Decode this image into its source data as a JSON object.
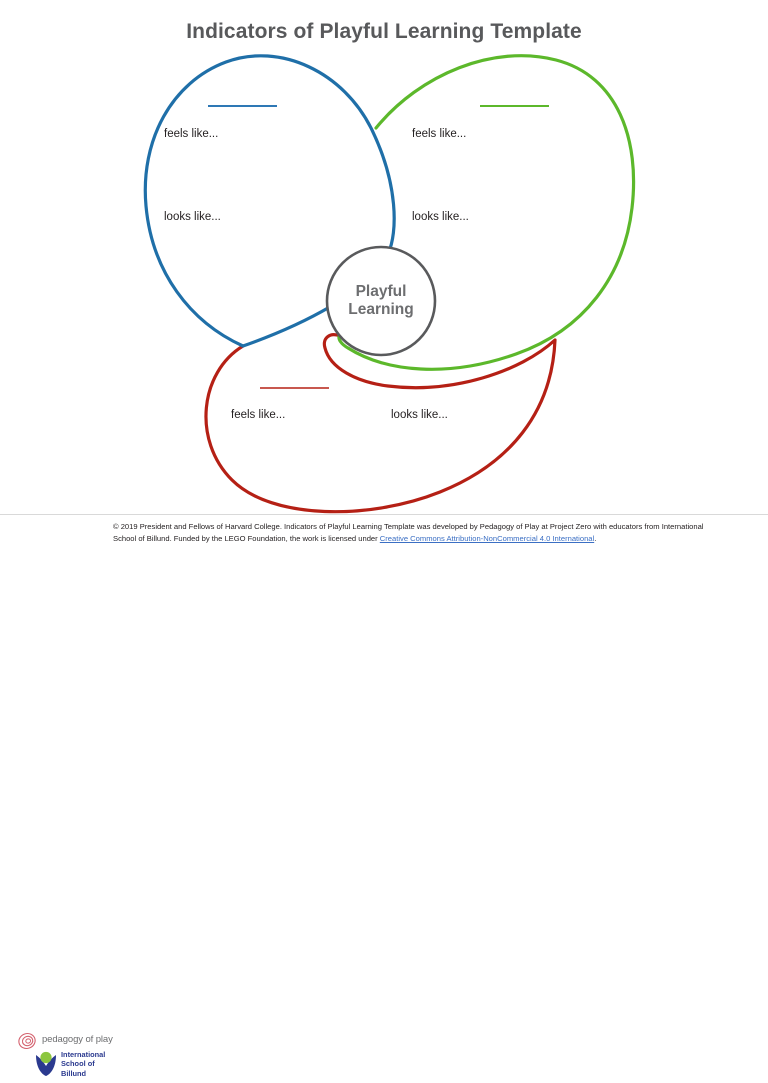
{
  "page": {
    "title": "Indicators of Playful Learning Template",
    "background_color": "#ffffff",
    "title_color": "#58595b"
  },
  "center": {
    "label_line1": "Playful",
    "label_line2": "Learning",
    "stroke_color": "#595a5c",
    "fill_color": "#ffffff"
  },
  "petals": [
    {
      "id": "blue",
      "name": "petal-blue",
      "color": "#1f6fa8",
      "blank_line_label": "",
      "feels_like": "feels like...",
      "looks_like": "looks like..."
    },
    {
      "id": "green",
      "name": "petal-green",
      "color": "#5cb82b",
      "blank_line_label": "",
      "feels_like": "feels like...",
      "looks_like": "looks like..."
    },
    {
      "id": "red",
      "name": "petal-red",
      "color": "#b52015",
      "blank_line_label": "",
      "feels_like": "feels like...",
      "looks_like": "looks like..."
    }
  ],
  "footer": {
    "copyright_part1": "© 2019 President and Fellows of Harvard College. Indicators of Playful Learning Template was developed by Pedagogy of Play at Project Zero with educators from International School of Billund. Funded by the LEGO Foundation, the work is licensed under ",
    "license_link_text": "Creative Commons Attribution-NonCommercial 4.0 International",
    "copyright_part2": ".",
    "link_color": "#3b6fc4"
  },
  "logos": {
    "pedagogy_of_play": {
      "text": "pedagogy of play",
      "icon": "spiral-icon",
      "icon_color": "#d4626f"
    },
    "international_school_of_billund": {
      "line1": "International",
      "line2": "School of",
      "line3": "Billund",
      "icon": "vase-leaf-icon",
      "icon_blue": "#2b3a8f",
      "icon_green": "#8cc63f"
    }
  }
}
